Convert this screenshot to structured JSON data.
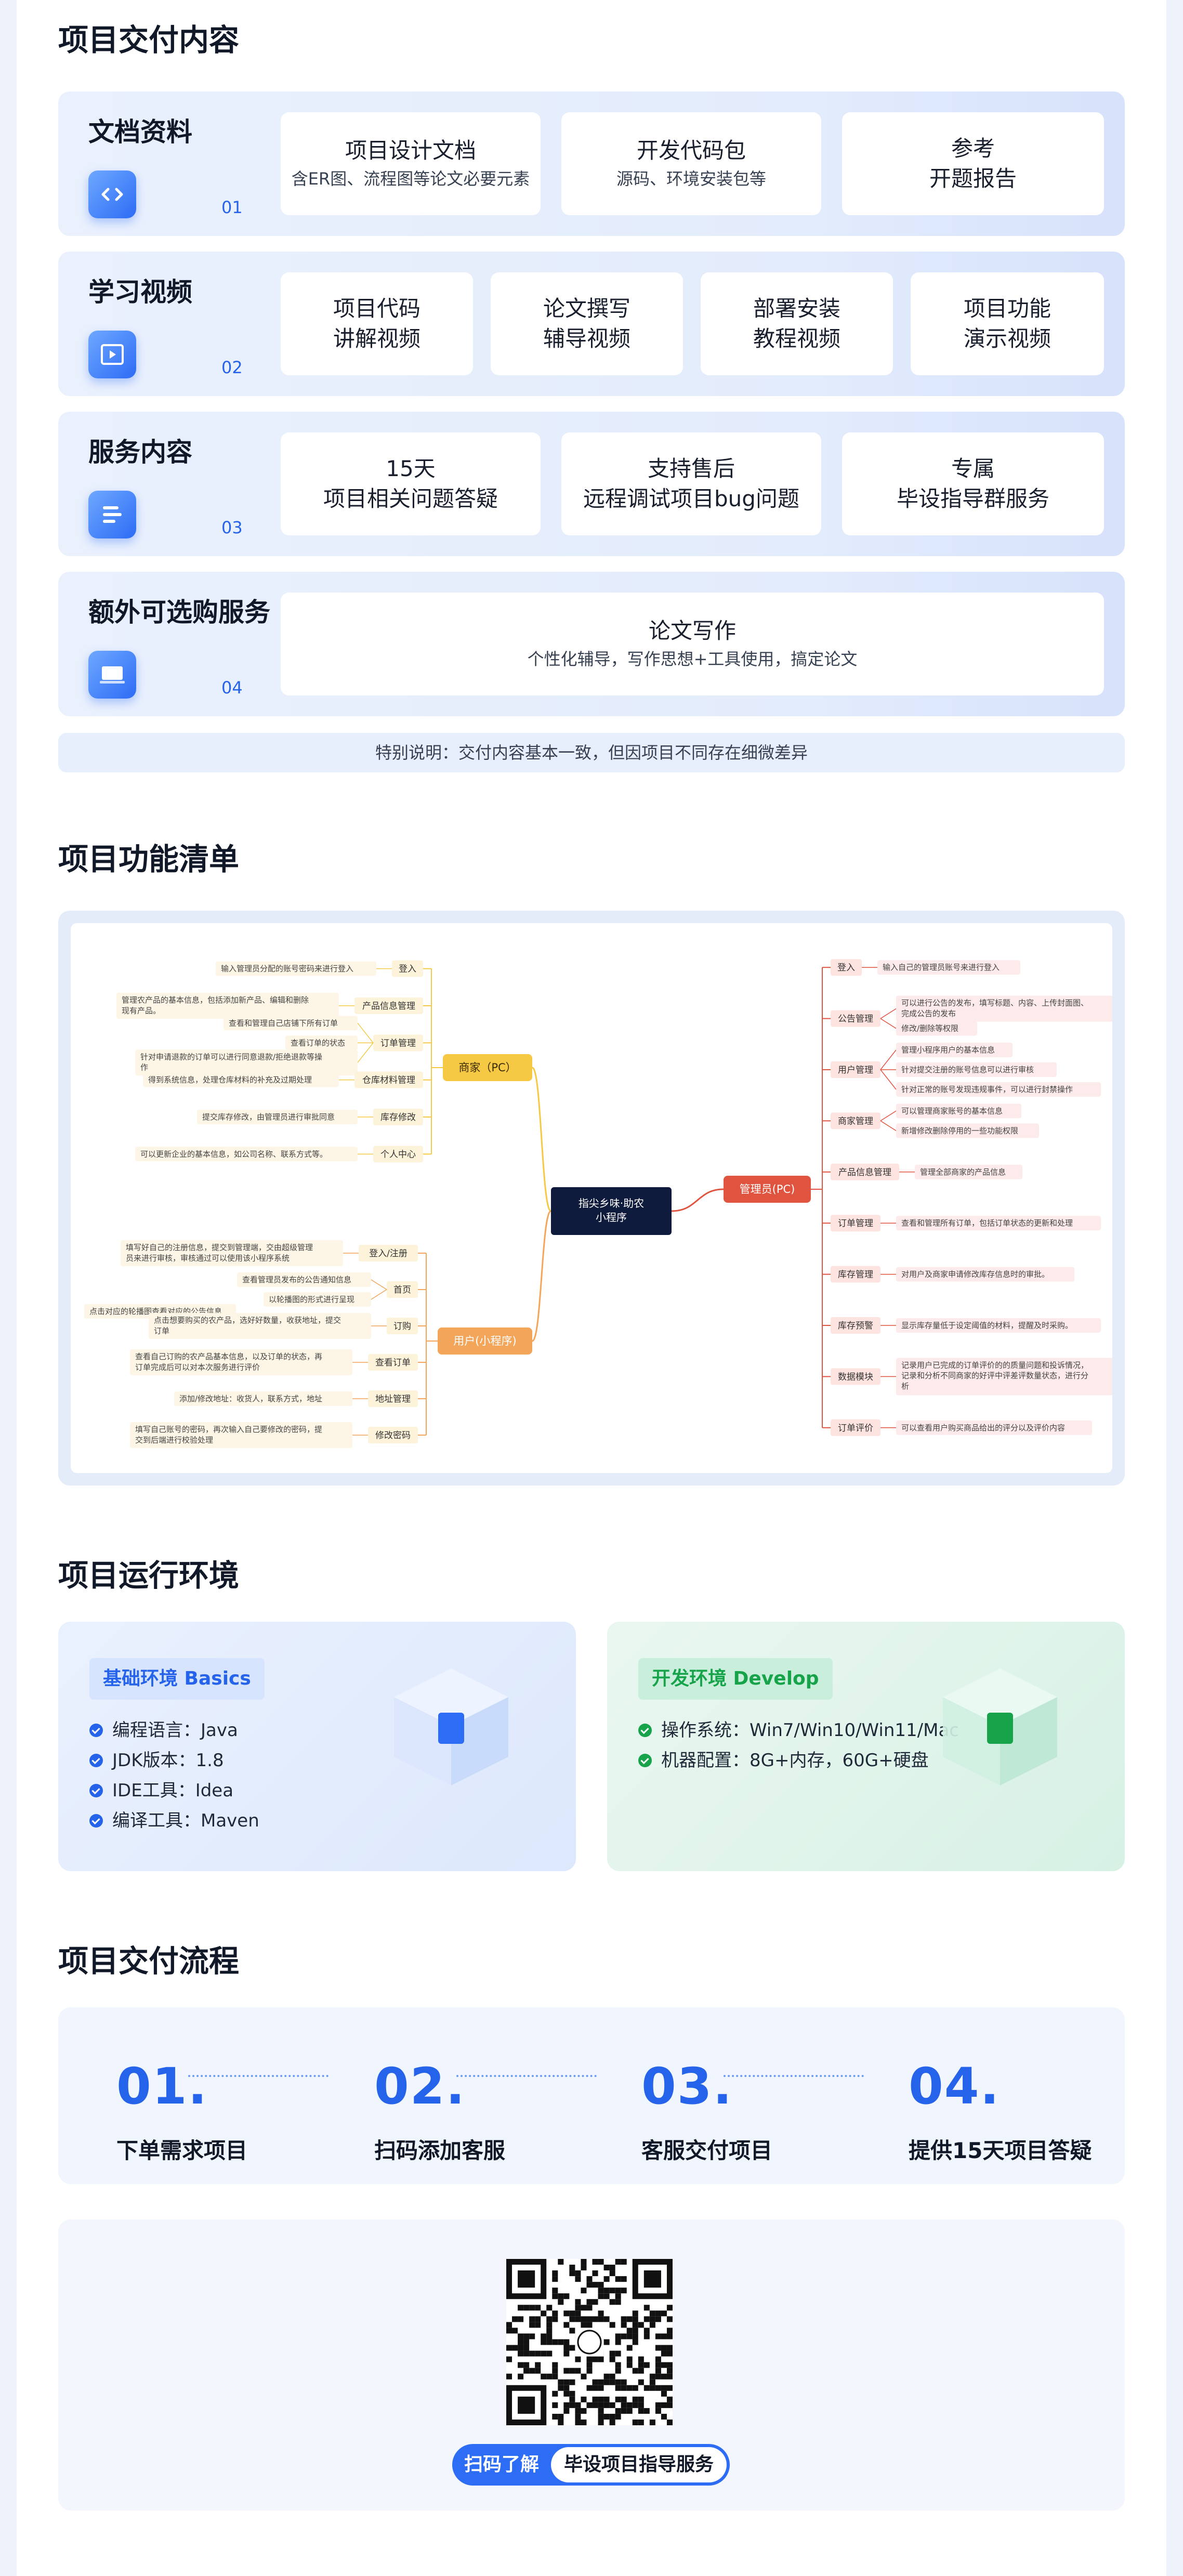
{
  "delivery": {
    "title": "项目交付内容",
    "rows": [
      {
        "title": "文档资料",
        "num": "01",
        "icon": "code-doc-icon",
        "cards": [
          {
            "l1": "项目设计文档",
            "l2": "含ER图、流程图等论文必要元素"
          },
          {
            "l1": "开发代码包",
            "l2": "源码、环境安装包等"
          },
          {
            "l1": "参考",
            "l2": "开题报告"
          }
        ]
      },
      {
        "title": "学习视频",
        "num": "02",
        "icon": "video-icon",
        "cards": [
          {
            "l1": "项目代码",
            "l2": "讲解视频"
          },
          {
            "l1": "论文撰写",
            "l2": "辅导视频"
          },
          {
            "l1": "部署安装",
            "l2": "教程视频"
          },
          {
            "l1": "项目功能",
            "l2": "演示视频"
          }
        ]
      },
      {
        "title": "服务内容",
        "num": "03",
        "icon": "list-icon",
        "cards": [
          {
            "l1": "15天",
            "l2": "项目相关问题答疑"
          },
          {
            "l1": "支持售后",
            "l2": "远程调试项目bug问题"
          },
          {
            "l1": "专属",
            "l2": "毕设指导群服务"
          }
        ]
      },
      {
        "title": "额外可选购服务",
        "num": "04",
        "icon": "laptop-icon",
        "cards": [
          {
            "l1": "论文写作",
            "l2": "个性化辅导，写作思想+工具使用，搞定论文"
          }
        ]
      }
    ],
    "note": "特别说明：交付内容基本一致，但因项目不同存在细微差异"
  },
  "features": {
    "title": "项目功能清单",
    "root": "指尖乡味·助农\n小程序",
    "branches": [
      {
        "name": "商家（PC）",
        "color": "#f6c944",
        "side": "left",
        "items": [
          {
            "label": "登入",
            "desc": "输入管理员分配的账号密码来进行登入"
          },
          {
            "label": "产品信息管理",
            "desc": "管理农产品的基本信息，包括添加新产品、编辑和删除现有产品。"
          },
          {
            "label": "订单管理",
            "subs": [
              "查看和管理自己店铺下所有订单",
              "查看订单的状态",
              "针对申请退款的订单可以进行同意退款/拒绝退款等操作"
            ]
          },
          {
            "label": "仓库材料管理",
            "desc": "得到系统信息，处理仓库材料的补充及过期处理"
          },
          {
            "label": "库存修改",
            "desc": "提交库存修改，由管理员进行审批同意"
          },
          {
            "label": "个人中心",
            "desc": "可以更新企业的基本信息，如公司名称、联系方式等。"
          }
        ]
      },
      {
        "name": "用户(小程序)",
        "color": "#f3a55a",
        "side": "left",
        "items": [
          {
            "label": "登入/注册",
            "desc": "填写好自己的注册信息，提交到管理端，交由超级管理员来进行审核，审核通过可以使用该小程序系统"
          },
          {
            "label": "首页",
            "subs": [
              "查看管理员发布的公告通知信息",
              "以轮播图的形式进行呈现"
            ],
            "extra": "点击对应的轮播图查看对应的公告信息"
          },
          {
            "label": "订购",
            "desc": "点击想要购买的农产品，选好好数量，收获地址，提交订单"
          },
          {
            "label": "查看订单",
            "desc": "查看自己订购的农产品基本信息，以及订单的状态，再订单完成后可以对本次服务进行评价"
          },
          {
            "label": "地址管理",
            "desc": "添加/修改地址：收货人，联系方式，地址"
          },
          {
            "label": "修改密码",
            "desc": "填写自己账号的密码，再次输入自己要修改的密码，提交到后端进行校验处理"
          }
        ]
      },
      {
        "name": "管理员(PC)",
        "color": "#e0533f",
        "side": "right",
        "items": [
          {
            "label": "登入",
            "desc": "输入自己的管理员账号来进行登入"
          },
          {
            "label": "公告管理",
            "subs": [
              "可以进行公告的发布，填写标题、内容、上传封面图、完成公告的发布",
              "修改/删除等权限"
            ]
          },
          {
            "label": "用户管理",
            "subs": [
              "管理小程序用户的基本信息",
              "针对提交注册的账号信息可以进行审核",
              "针对正常的账号发现违规事件，可以进行封禁操作"
            ]
          },
          {
            "label": "商家管理",
            "subs": [
              "可以管理商家账号的基本信息",
              "新增修改删除停用的一些功能权限"
            ]
          },
          {
            "label": "产品信息管理",
            "desc": "管理全部商家的产品信息"
          },
          {
            "label": "订单管理",
            "desc": "查看和管理所有订单，包括订单状态的更新和处理"
          },
          {
            "label": "库存管理",
            "desc": "对用户及商家申请修改库存信息时的审批。"
          },
          {
            "label": "库存预警",
            "desc": "显示库存量低于设定阈值的材料，提醒及时采购。"
          },
          {
            "label": "数据模块",
            "desc": "记录用户已完成的订单评价的的质量问题和投诉情况，记录和分析不同商家的好评中评差评数量状态，进行分析"
          },
          {
            "label": "订单评价",
            "desc": "可以查看用户购买商品给出的评分以及评价内容"
          }
        ]
      }
    ]
  },
  "env": {
    "title": "项目运行环境",
    "basic": {
      "tag": "基础环境  Basics",
      "items": [
        "编程语言：Java",
        "JDK版本：1.8",
        "IDE工具：Idea",
        "编译工具：Maven"
      ],
      "accent": "#2563eb"
    },
    "develop": {
      "tag": "开发环境  Develop",
      "items": [
        "操作系统：Win7/Win10/Win11/Mac",
        "机器配置：8G+内存，60G+硬盘"
      ],
      "accent": "#16a34a"
    }
  },
  "flow": {
    "title": "项目交付流程",
    "steps": [
      {
        "num": "01.",
        "text": "下单需求项目"
      },
      {
        "num": "02.",
        "text": "扫码添加客服"
      },
      {
        "num": "03.",
        "text": "客服交付项目"
      },
      {
        "num": "04.",
        "text": "提供15天项目答疑"
      }
    ]
  },
  "qr": {
    "btn_a": "扫码了解",
    "btn_b": "毕设项目指导服务"
  }
}
